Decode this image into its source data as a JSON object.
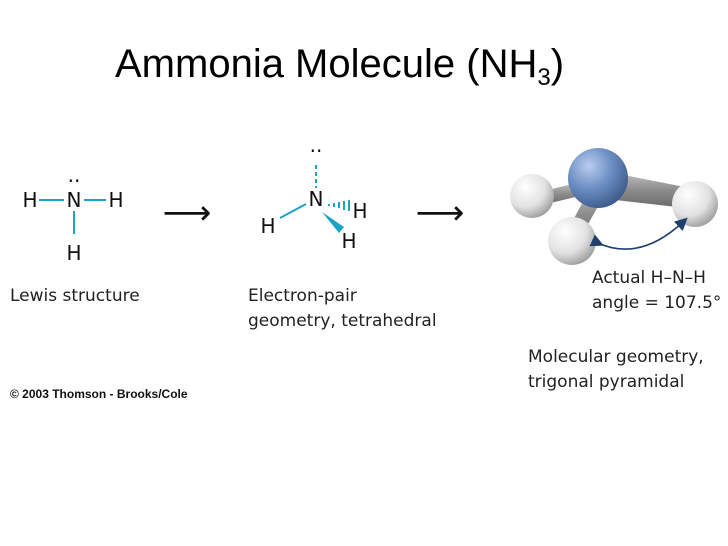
{
  "title": {
    "main": "Ammonia Molecule (NH",
    "subscript": "3",
    "close": ")"
  },
  "lewis": {
    "atoms": {
      "n": "N",
      "h_left": "H",
      "h_right": "H",
      "h_bottom": "H"
    },
    "lone_pair": "··",
    "caption": "Lewis structure"
  },
  "electron_pair": {
    "atoms": {
      "n": "N",
      "h_left": "H",
      "h_dash": "H",
      "h_wedge": "H"
    },
    "lone_pair": "··",
    "caption_line1": "Electron-pair",
    "caption_line2": "geometry, tetrahedral"
  },
  "molecular": {
    "angle_line1": "Actual H–N–H",
    "angle_line2": "angle = 107.5°",
    "caption_line1": "Molecular geometry,",
    "caption_line2": "trigonal pyramidal"
  },
  "arrows": [
    "⟶",
    "⟶"
  ],
  "copyright": "© 2003 Thomson - Brooks/Cole",
  "colors": {
    "bond_teal": "#1aa3c4",
    "nitrogen": "#6d8fc4",
    "hydrogen": "#f2f2f2",
    "bond_gray": "#9a9a9a"
  }
}
